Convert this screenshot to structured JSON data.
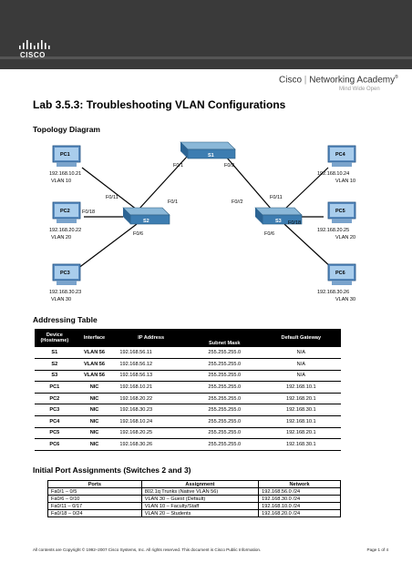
{
  "brand": {
    "logo_text": "CISCO",
    "academy_a": "Cisco",
    "academy_b": "Networking Academy",
    "academy_reg": "®",
    "tagline": "Mind Wide Open"
  },
  "lab_title": "Lab 3.5.3: Troubleshooting VLAN Configurations",
  "sections": {
    "topology": "Topology Diagram",
    "addressing": "Addressing Table",
    "ports": "Initial Port Assignments (Switches 2 and 3)"
  },
  "topology": {
    "switches": {
      "s1": "S1",
      "s2": "S2",
      "s3": "S3"
    },
    "pcs": [
      {
        "name": "PC1",
        "ip": "192.168.10.21",
        "vlan": "VLAN 10"
      },
      {
        "name": "PC2",
        "ip": "192.168.20.22",
        "vlan": "VLAN 20"
      },
      {
        "name": "PC3",
        "ip": "192.168.30.23",
        "vlan": "VLAN 30"
      },
      {
        "name": "PC4",
        "ip": "192.168.10.24",
        "vlan": "VLAN 10"
      },
      {
        "name": "PC5",
        "ip": "192.168.20.25",
        "vlan": "VLAN 20"
      },
      {
        "name": "PC6",
        "ip": "192.168.30.26",
        "vlan": "VLAN 30"
      }
    ],
    "ports": {
      "s1_left": "F0/1",
      "s1_right": "F0/2",
      "s2_up": "F0/1",
      "s2_pc1": "F0/11",
      "s2_pc2": "F0/18",
      "s2_pc3": "F0/6",
      "s3_up": "F0//2",
      "s3_pc4": "F0/11",
      "s3_pc5": "F0/18",
      "s3_pc6": "F0/6"
    }
  },
  "addressing_table": {
    "headers": {
      "device": "Device",
      "hostname": "(Hostname)",
      "interface": "Interface",
      "ip": "IP Address",
      "mask": "Subnet Mask",
      "gateway": "Default Gateway"
    },
    "rows": [
      [
        "S1",
        "VLAN 56",
        "192.168.56.11",
        "255.255.255.0",
        "N/A"
      ],
      [
        "S2",
        "VLAN 56",
        "192.168.56.12",
        "255.255.255.0",
        "N/A"
      ],
      [
        "S3",
        "VLAN 56",
        "192.168.56.13",
        "255.255.255.0",
        "N/A"
      ],
      [
        "PC1",
        "NIC",
        "192.168.10.21",
        "255.255.255.0",
        "192.168.10.1"
      ],
      [
        "PC2",
        "NIC",
        "192.168.20.22",
        "255.255.255.0",
        "192.168.20.1"
      ],
      [
        "PC3",
        "NIC",
        "192.168.30.23",
        "255.255.255.0",
        "192.168.30.1"
      ],
      [
        "PC4",
        "NIC",
        "192.168.10.24",
        "255.255.255.0",
        "192.168.10.1"
      ],
      [
        "PC5",
        "NIC",
        "192.168.20.25",
        "255.255.255.0",
        "192.168.20.1"
      ],
      [
        "PC6",
        "NIC",
        "192.168.30.26",
        "255.255.255.0",
        "192.168.30.1"
      ]
    ]
  },
  "port_table": {
    "headers": [
      "Ports",
      "Assignment",
      "Network"
    ],
    "rows": [
      [
        "Fa0/1 – 0/5",
        "802.1q Trunks (Native VLAN 56)",
        "192.168.56.0 /24"
      ],
      [
        "Fa0/6 – 0/10",
        "VLAN 30 – Guest (Default)",
        "192.168.30.0 /24"
      ],
      [
        "Fa0/11 – 0/17",
        "VLAN 10 – Faculty/Staff",
        "192.168.10.0 /24"
      ],
      [
        "Fa0/18 – 0/24",
        "VLAN 20 – Students",
        "192.168.20.0 /24"
      ]
    ]
  },
  "footer": {
    "copyright": "All contents are Copyright © 1992–2007 Cisco Systems, Inc. All rights reserved. This document is Cisco Public Information.",
    "page": "Page 1 of 4"
  }
}
